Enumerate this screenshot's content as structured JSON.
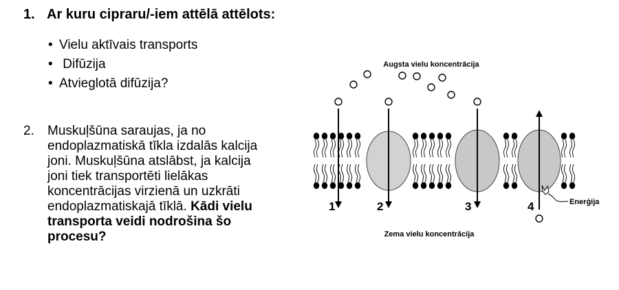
{
  "question1": {
    "number": "1.",
    "title": "Ar kuru cipraru/-iem attēlā attēlots:",
    "options": [
      "Vielu aktīvais transports",
      " Difūzija",
      "Atvieglotā difūzija?"
    ],
    "bullet": "•"
  },
  "question2": {
    "number": "2.",
    "text_lines": [
      "Muskuļšūna saraujas, ja no",
      "endoplazmatiskā tīkla izdalās kalcija",
      "joni. Muskuļšūna atslābst, ja kalcija",
      "joni tiek transportēti lielākas",
      "koncentrācijas virzienā un uzkrāti"
    ],
    "mixed_line_plain": "endoplazmatiskajā tīklā. ",
    "mixed_line_bold": "Kādi vielu",
    "bold_lines": [
      "transporta veidi nodrošina šo",
      "procesu?"
    ]
  },
  "diagram": {
    "top_label": "Augsta vielu koncentrācija",
    "bottom_label": "Zema vielu koncentrācija",
    "energy_label": "Enerģija",
    "arrow_labels": [
      "1",
      "2",
      "3",
      "4"
    ]
  }
}
